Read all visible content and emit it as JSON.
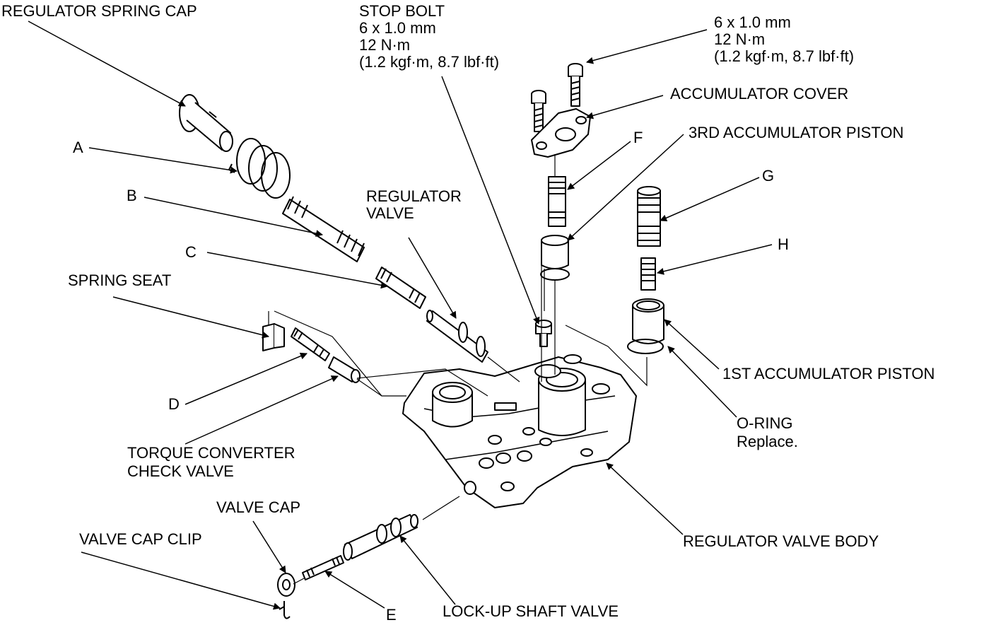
{
  "labels": {
    "regulator_spring_cap": "REGULATOR SPRING CAP",
    "stop_bolt": {
      "name": "STOP BOLT",
      "size": "6 x 1.0 mm",
      "torque": "12 N·m",
      "torque_alt": "(1.2 kgf·m, 8.7 lbf·ft)"
    },
    "cover_bolt": {
      "size": "6 x 1.0 mm",
      "torque": "12 N·m",
      "torque_alt": "(1.2 kgf·m, 8.7 lbf·ft)"
    },
    "accumulator_cover": "ACCUMULATOR COVER",
    "f": "F",
    "third_accumulator_piston": "3RD ACCUMULATOR PISTON",
    "g": "G",
    "h": "H",
    "a": "A",
    "b": "B",
    "c": "C",
    "regulator_valve_line1": "REGULATOR",
    "regulator_valve_line2": "VALVE",
    "spring_seat": "SPRING SEAT",
    "first_accumulator_piston": "1ST ACCUMULATOR PISTON",
    "d": "D",
    "o_ring": "O-RING",
    "o_ring_note": "Replace.",
    "torque_converter_check_valve_line1": "TORQUE CONVERTER",
    "torque_converter_check_valve_line2": "CHECK VALVE",
    "valve_cap": "VALVE CAP",
    "valve_cap_clip": "VALVE CAP CLIP",
    "regulator_valve_body": "REGULATOR VALVE BODY",
    "e": "E",
    "lock_up_shaft_valve": "LOCK-UP SHAFT VALVE"
  }
}
